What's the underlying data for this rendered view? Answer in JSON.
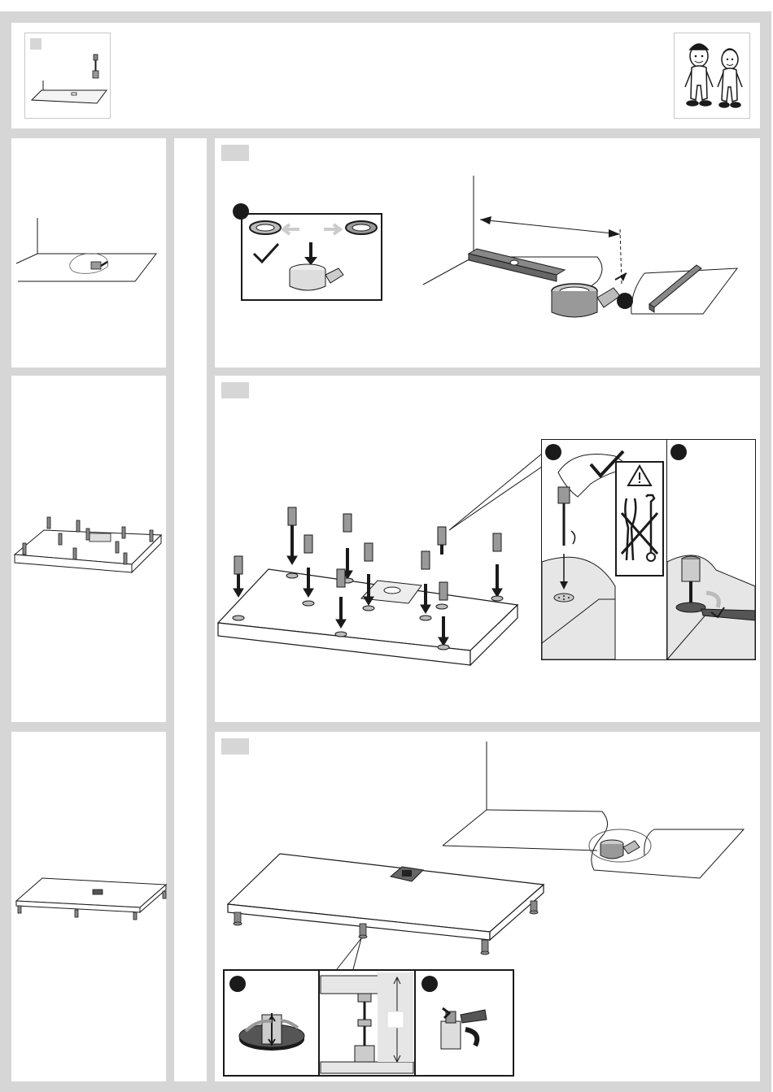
{
  "page": {
    "background": "#d6d6d6",
    "panel_color": "#ffffff",
    "line_color": "#1a1a1a",
    "badge_color": "#d6d6d6"
  },
  "header": {
    "step_number": "",
    "installers_icon": "two-people-icon"
  },
  "steps": [
    {
      "id": "drain-connection",
      "number": "",
      "callouts": [
        "",
        ""
      ]
    },
    {
      "id": "mount-adjustable-feet",
      "number": "",
      "callouts": [
        "",
        ""
      ]
    },
    {
      "id": "level-and-place-tray",
      "number": "",
      "callouts": [
        "",
        ""
      ],
      "dimension_label": ""
    }
  ],
  "icons": {
    "correct": "checkmark-icon",
    "warning": "warning-triangle-icon",
    "no_tools": "no-pliers-wrench-icon",
    "arrow": "arrow-down-icon"
  }
}
